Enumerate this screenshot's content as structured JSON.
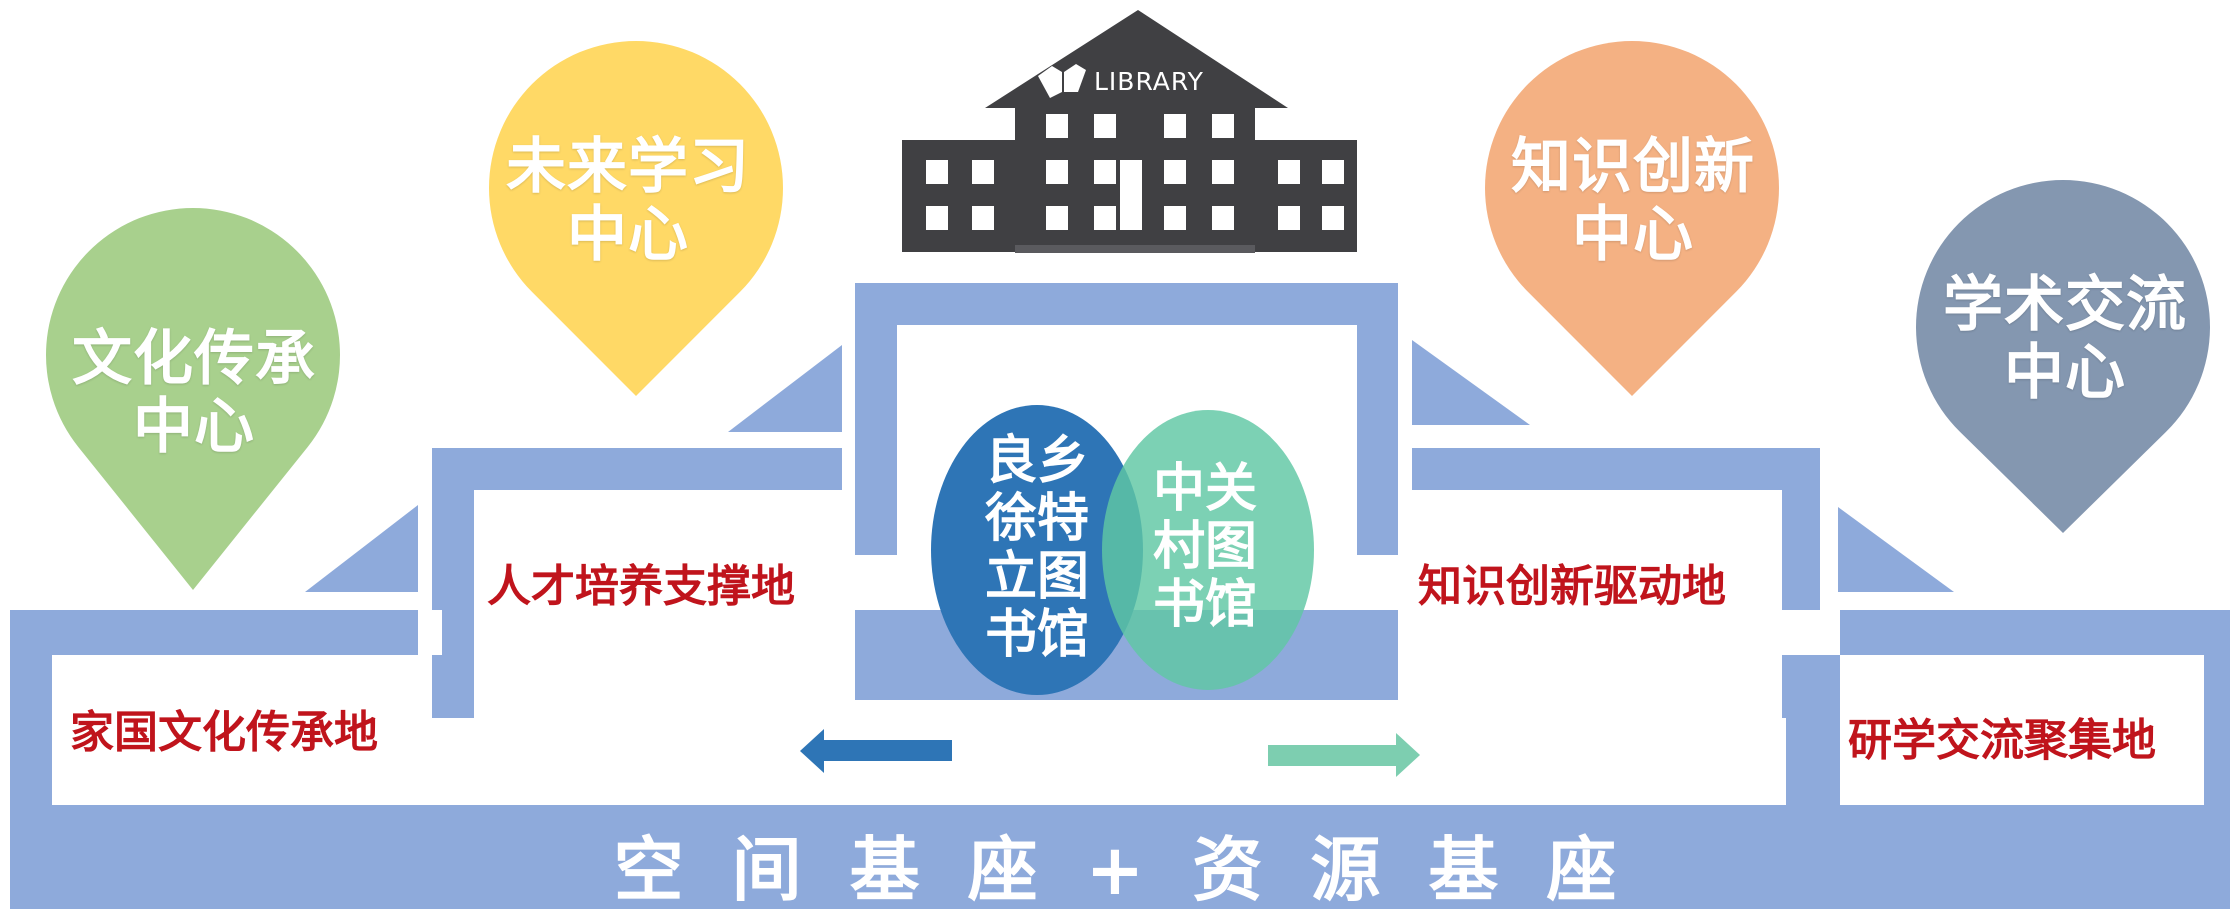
{
  "library": {
    "sign": "LIBRARY"
  },
  "centers": {
    "culture": {
      "line1": "文化传承",
      "line2": "中心",
      "color": "#a8d08d"
    },
    "learning": {
      "line1": "未来学习",
      "line2": "中心",
      "color": "#ffd966"
    },
    "innovation": {
      "line1": "知识创新",
      "line2": "中心",
      "color": "#f4b183"
    },
    "exchange": {
      "line1": "学术交流",
      "line2": "中心",
      "color": "#8497b0"
    }
  },
  "bases": {
    "culture": "家国文化传承地",
    "talent": "人才培养支撑地",
    "innovation": "知识创新驱动地",
    "research": "研学交流聚集地"
  },
  "libraries": {
    "liangxiang": {
      "lines": [
        "良乡",
        "徐特",
        "立图",
        "书馆"
      ],
      "color": "#2e75b6"
    },
    "zhongguancun": {
      "lines": [
        "中关",
        "村图",
        "书馆"
      ],
      "color": "#5fc7a3"
    }
  },
  "foundation": {
    "title": "空间基座+资源基座"
  },
  "colors": {
    "steps": "#8eaadb",
    "building": "#404043",
    "label_red": "#c0141c"
  }
}
